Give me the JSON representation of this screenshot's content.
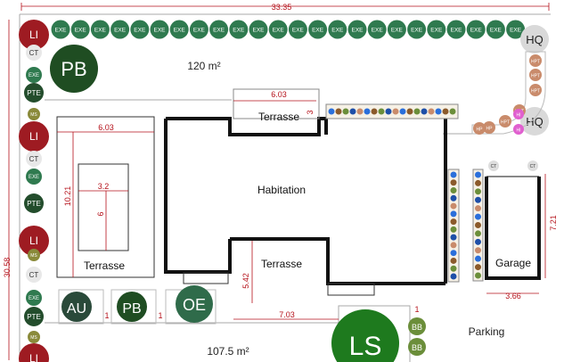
{
  "plan": {
    "dimensions": {
      "top_width": "33.35",
      "left_height": "30.58",
      "terrace_top_width": "6.03",
      "terrace_top_depth": "3",
      "left_terrace_width": "6.03",
      "left_terrace_height": "10.21",
      "pool_width": "3.2",
      "pool_length": "6",
      "mid_terrace_height": "5.42",
      "bottom_width": "7.03",
      "garage_width": "3.66",
      "garage_height": "7.21",
      "bb_spacing": "1",
      "spacing_a": "1",
      "spacing_b": "1"
    },
    "areas": {
      "top_area": "120 m²",
      "bottom_area": "107.5 m²"
    },
    "rooms": {
      "house": "Habitation",
      "terrace_top": "Terrasse",
      "terrace_left": "Terrasse",
      "terrace_mid": "Terrasse",
      "garage": "Garage",
      "parking": "Parking"
    },
    "plants": {
      "li": "LI",
      "pb": "PB",
      "hq": "HQ",
      "ct": "CT",
      "exe": "EXE",
      "pte": "PTE",
      "ms": "MS",
      "au": "AU",
      "oe": "OE",
      "ls": "LS",
      "bb": "BB",
      "hpt": "HPT",
      "hp": "HP",
      "hi": "HI"
    },
    "colors": {
      "dimension": "#b5121b",
      "wall": "#111111",
      "exe_fill": "#2f7a4f",
      "li_fill": "#9e1b22",
      "pb_fill": "#1f4d22",
      "hq_fill": "#d9d9d9",
      "ls_fill": "#1e7a1e",
      "bb_fill": "#6b8e3a",
      "ms_fill": "#8a8a3a",
      "pte_fill": "#234d2c",
      "hpt_fill": "#c98b6b",
      "hi_fill": "#e05fcf"
    }
  }
}
